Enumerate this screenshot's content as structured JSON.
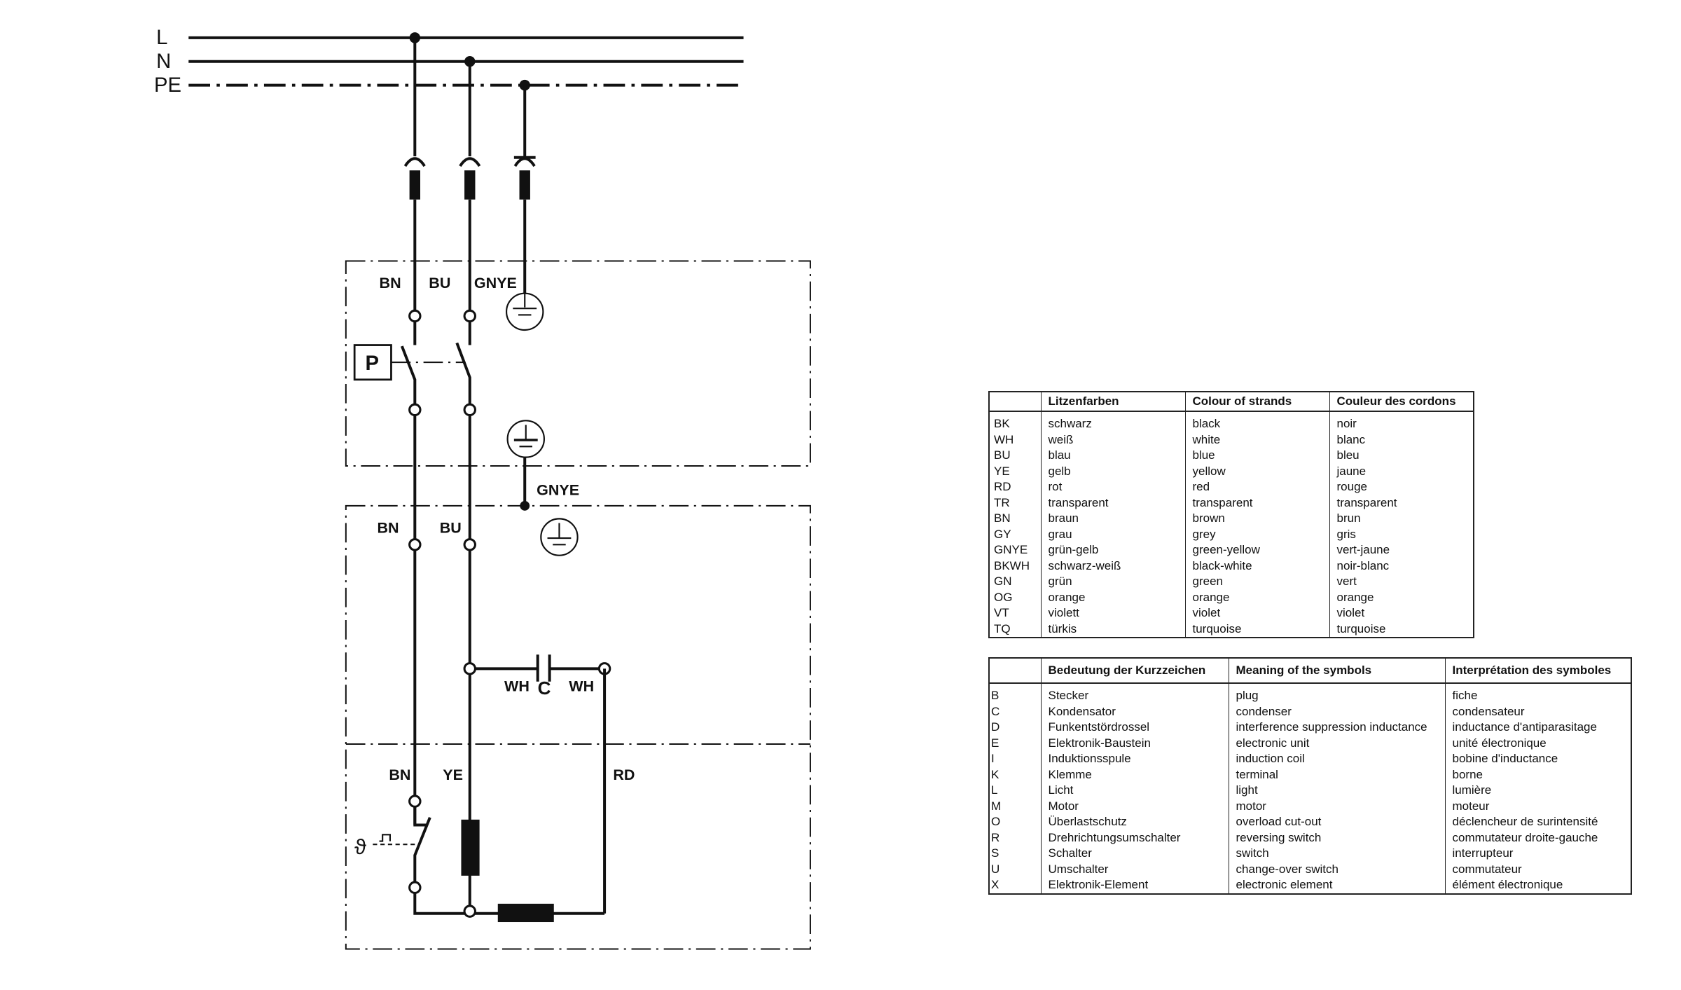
{
  "diagram": {
    "bus_labels": [
      "L",
      "N",
      "PE"
    ],
    "wire_labels": {
      "top_bn": "BN",
      "top_bu": "BU",
      "top_gnye": "GNYE",
      "p_switch": "P",
      "mid_gnye": "GNYE",
      "mid_bn": "BN",
      "mid_bu": "BU",
      "cap_wh_left": "WH",
      "cap_c": "C",
      "cap_wh_right": "WH",
      "low_bn": "BN",
      "low_ye": "YE",
      "low_rd": "RD",
      "thermal": "ϑ"
    }
  },
  "colour_table": {
    "headers": [
      "",
      "Litzenfarben",
      "Colour of strands",
      "Couleur des cordons"
    ],
    "rows": [
      [
        "BK",
        "schwarz",
        "black",
        "noir"
      ],
      [
        "WH",
        "weiß",
        "white",
        "blanc"
      ],
      [
        "BU",
        "blau",
        "blue",
        "bleu"
      ],
      [
        "YE",
        "gelb",
        "yellow",
        "jaune"
      ],
      [
        "RD",
        "rot",
        "red",
        "rouge"
      ],
      [
        "TR",
        "transparent",
        "transparent",
        "transparent"
      ],
      [
        "BN",
        "braun",
        "brown",
        "brun"
      ],
      [
        "GY",
        "grau",
        "grey",
        "gris"
      ],
      [
        "GNYE",
        "grün-gelb",
        "green-yellow",
        "vert-jaune"
      ],
      [
        "BKWH",
        "schwarz-weiß",
        "black-white",
        "noir-blanc"
      ],
      [
        "GN",
        "grün",
        "green",
        "vert"
      ],
      [
        "OG",
        "orange",
        "orange",
        "orange"
      ],
      [
        "VT",
        "violett",
        "violet",
        "violet"
      ],
      [
        "TQ",
        "türkis",
        "turquoise",
        "turquoise"
      ]
    ]
  },
  "symbol_table": {
    "headers": [
      "",
      "Bedeutung der Kurzzeichen",
      "Meaning of the symbols",
      "Interprétation des symboles"
    ],
    "rows": [
      [
        "B",
        "Stecker",
        "plug",
        "fiche"
      ],
      [
        "C",
        "Kondensator",
        "condenser",
        "condensateur"
      ],
      [
        "D",
        "Funkentstördrossel",
        "interference suppression inductance",
        "inductance d'antiparasitage"
      ],
      [
        "E",
        "Elektronik-Baustein",
        "electronic unit",
        "unité électronique"
      ],
      [
        "I",
        "Induktionsspule",
        "induction coil",
        "bobine d'inductance"
      ],
      [
        "K",
        "Klemme",
        "terminal",
        "borne"
      ],
      [
        "L",
        "Licht",
        "light",
        "lumière"
      ],
      [
        "M",
        "Motor",
        "motor",
        "moteur"
      ],
      [
        "O",
        "Überlastschutz",
        "overload cut-out",
        "déclencheur de surintensité"
      ],
      [
        "R",
        "Drehrichtungsumschalter",
        "reversing switch",
        "commutateur droite-gauche"
      ],
      [
        "S",
        "Schalter",
        "switch",
        "interrupteur"
      ],
      [
        "U",
        "Umschalter",
        "change-over switch",
        "commutateur"
      ],
      [
        "X",
        "Elektronik-Element",
        "electronic element",
        "élément électronique"
      ]
    ]
  }
}
